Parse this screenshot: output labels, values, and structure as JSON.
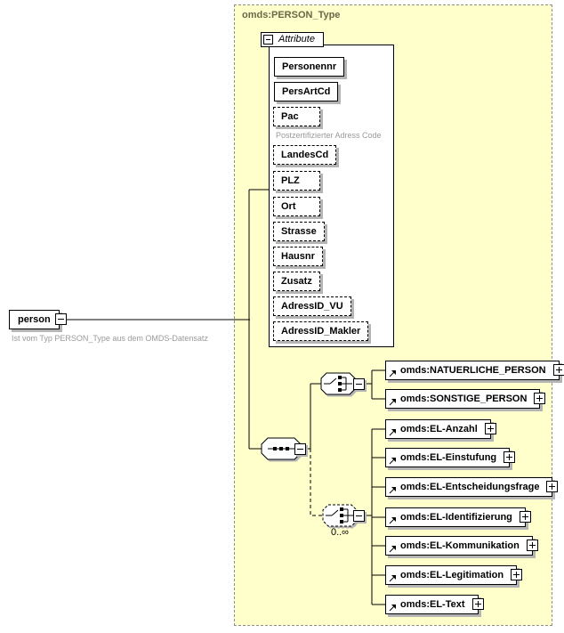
{
  "root_type_label": "omds:PERSON_Type",
  "person": {
    "label": "person",
    "annotation": "Ist vom Typ PERSON_Type aus dem OMDS-Datensatz"
  },
  "attributes": {
    "header_label": "Attribute",
    "items": [
      {
        "label": "Personennr",
        "use": "required"
      },
      {
        "label": "PersArtCd",
        "use": "required"
      },
      {
        "label": "Pac",
        "use": "optional",
        "annotation": "Postzertifizierter Adress Code"
      },
      {
        "label": "LandesCd",
        "use": "optional"
      },
      {
        "label": "PLZ",
        "use": "optional"
      },
      {
        "label": "Ort",
        "use": "optional"
      },
      {
        "label": "Strasse",
        "use": "optional"
      },
      {
        "label": "Hausnr",
        "use": "optional"
      },
      {
        "label": "Zusatz",
        "use": "optional"
      },
      {
        "label": "AdressID_VU",
        "use": "optional"
      },
      {
        "label": "AdressID_Makler",
        "use": "optional"
      }
    ]
  },
  "person_choice": {
    "compositor": "choice",
    "elements": [
      {
        "label": "omds:NATUERLICHE_PERSON"
      },
      {
        "label": "omds:SONSTIGE_PERSON"
      }
    ]
  },
  "el_choice": {
    "compositor": "choice",
    "occurrence_label": "0..∞",
    "elements": [
      {
        "label": "omds:EL-Anzahl"
      },
      {
        "label": "omds:EL-Einstufung"
      },
      {
        "label": "omds:EL-Entscheidungsfrage"
      },
      {
        "label": "omds:EL-Identifizierung"
      },
      {
        "label": "omds:EL-Kommunikation"
      },
      {
        "label": "omds:EL-Legitimation"
      },
      {
        "label": "omds:EL-Text"
      }
    ]
  },
  "colors": {
    "container_bg": "#ffffcc",
    "container_border": "#8f8f8f",
    "container_label": "#696947",
    "annotation_text": "#9a9a9a",
    "node_shadow": "#b4b4b4",
    "node_border": "#000000"
  }
}
